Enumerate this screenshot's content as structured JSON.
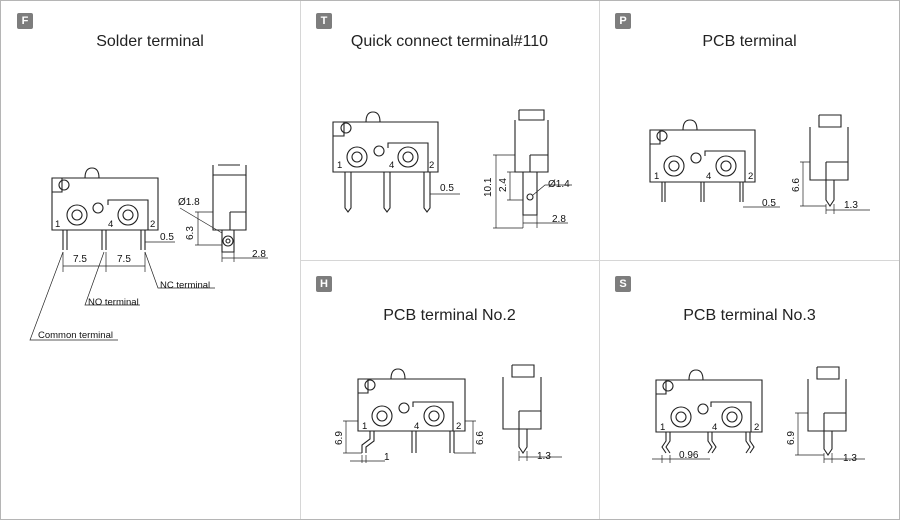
{
  "panels": {
    "F": {
      "badge": "F",
      "title": "Solder terminal",
      "dims": {
        "d1": "7.5",
        "d2": "7.5",
        "d3": "0.5",
        "d4": "Ø1.8",
        "d5": "6.3",
        "d6": "2.8"
      },
      "pins": {
        "p1": "1",
        "p4": "4",
        "p2": "2"
      },
      "callouts": {
        "nc": "NC terminal",
        "no": "NO terminal",
        "com": "Common terminal"
      }
    },
    "T": {
      "badge": "T",
      "title": "Quick connect terminal#110",
      "dims": {
        "d1": "0.5",
        "d2": "10.1",
        "d3": "2.4",
        "d4": "Ø1.4",
        "d5": "2.8"
      },
      "pins": {
        "p1": "1",
        "p4": "4",
        "p2": "2"
      }
    },
    "P": {
      "badge": "P",
      "title": "PCB terminal",
      "dims": {
        "d1": "0.5",
        "d2": "6.6",
        "d3": "1.3"
      },
      "pins": {
        "p1": "1",
        "p4": "4",
        "p2": "2"
      }
    },
    "H": {
      "badge": "H",
      "title": "PCB terminal No.2",
      "dims": {
        "d1": "6.9",
        "d2": "1",
        "d3": "6.6",
        "d4": "1.3"
      },
      "pins": {
        "p1": "1",
        "p4": "4",
        "p2": "2"
      }
    },
    "S": {
      "badge": "S",
      "title": "PCB terminal No.3",
      "dims": {
        "d1": "0.96",
        "d2": "6.9",
        "d3": "1.3"
      },
      "pins": {
        "p1": "1",
        "p4": "4",
        "p2": "2"
      }
    }
  },
  "colors": {
    "border": "#b5b5b5",
    "divider": "#d6d6d6",
    "badge": "#7d7d7d",
    "line": "#222222"
  }
}
